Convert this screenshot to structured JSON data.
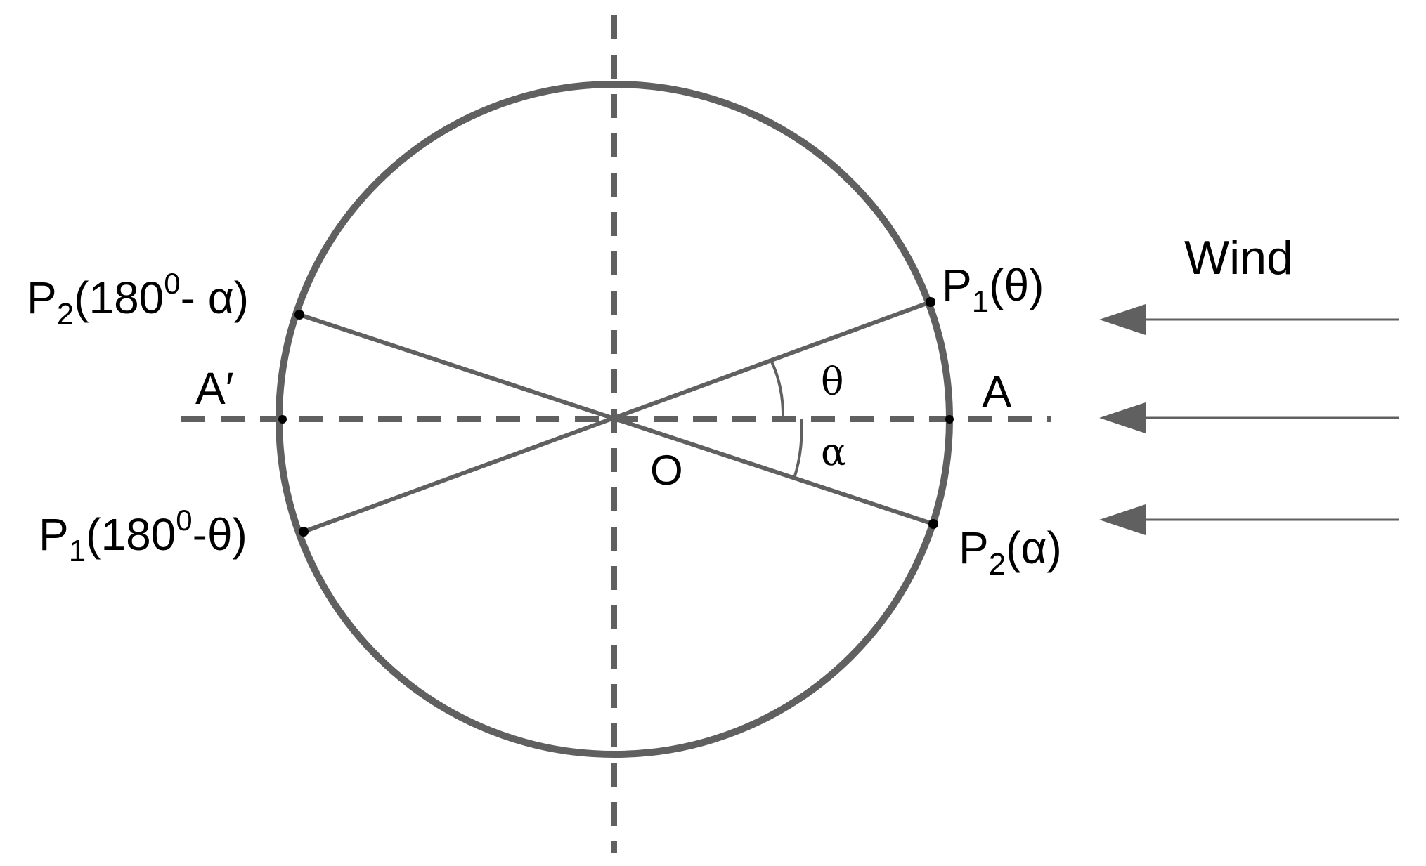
{
  "labels": {
    "p2_left": {
      "base": "P",
      "sub": "2",
      "mid": "(180",
      "sup": "0",
      "tail": "- α)"
    },
    "p1_right": {
      "base": "P",
      "sub": "1",
      "tail": "(θ)"
    },
    "a_prime": "A′",
    "a": "A",
    "theta": "θ",
    "alpha": "α",
    "o": "O",
    "p1_left": {
      "base": "P",
      "sub": "1",
      "mid": "(180",
      "sup": "0",
      "tail": "-θ)"
    },
    "p2_right": {
      "base": "P",
      "sub": "2",
      "tail": "(α)"
    },
    "wind": "Wind"
  },
  "colors": {
    "stroke": "#606060",
    "dot": "#000000",
    "text": "#000000"
  },
  "icons": [
    "wind-arrow-icon"
  ]
}
